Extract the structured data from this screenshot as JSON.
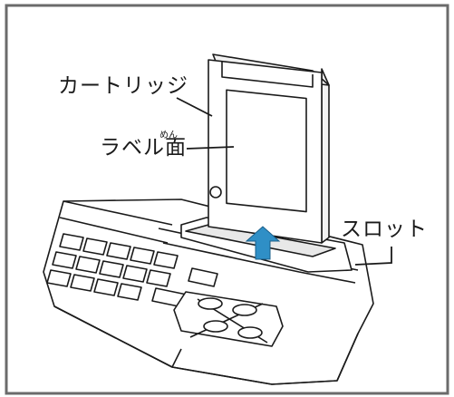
{
  "labels": {
    "cartridge": "カートリッジ",
    "label_face": "ラベル面",
    "label_face_ruby": "めん",
    "slot": "スロット"
  },
  "colors": {
    "ink": "#1a1a1a",
    "frame": "#6b6b6b",
    "arrow": "#2f8fc6",
    "paper": "#ffffff"
  },
  "icons": [
    "up-arrow-icon"
  ]
}
